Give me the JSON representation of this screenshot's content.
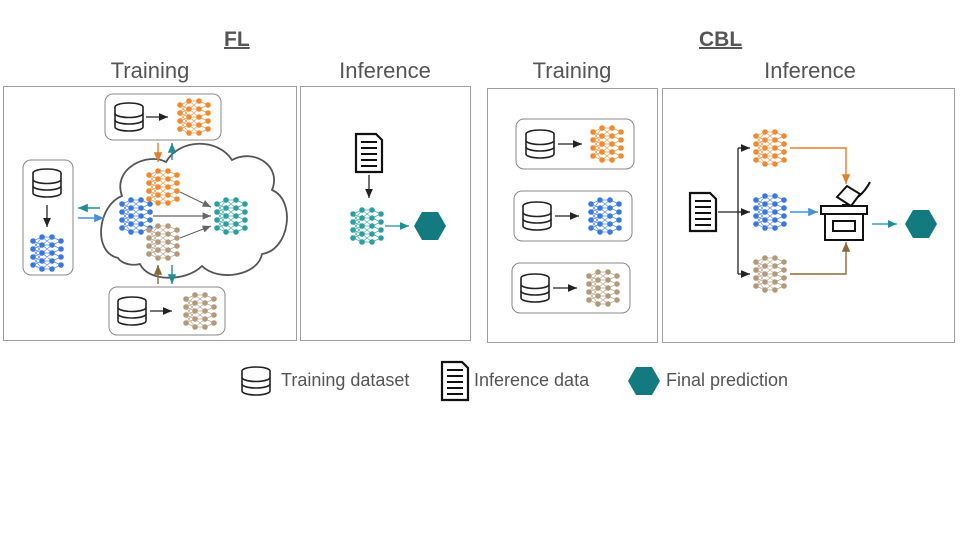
{
  "fl": {
    "title": "FL",
    "training_label": "Training",
    "inference_label": "Inference"
  },
  "cbl": {
    "title": "CBL",
    "training_label": "Training",
    "inference_label": "Inference"
  },
  "legend": {
    "training_dataset": "Training dataset",
    "inference_data": "Inference data",
    "final_prediction": "Final prediction"
  },
  "colors": {
    "orange": "#f08a32",
    "blue": "#3b78e0",
    "brown": "#b49a7c",
    "teal": "#2f9ea0",
    "hexagon": "#127a80",
    "arrow_blue": "#4a90d9",
    "arrow_teal": "#1f8f95",
    "panel_border": "#9e9e9e"
  }
}
